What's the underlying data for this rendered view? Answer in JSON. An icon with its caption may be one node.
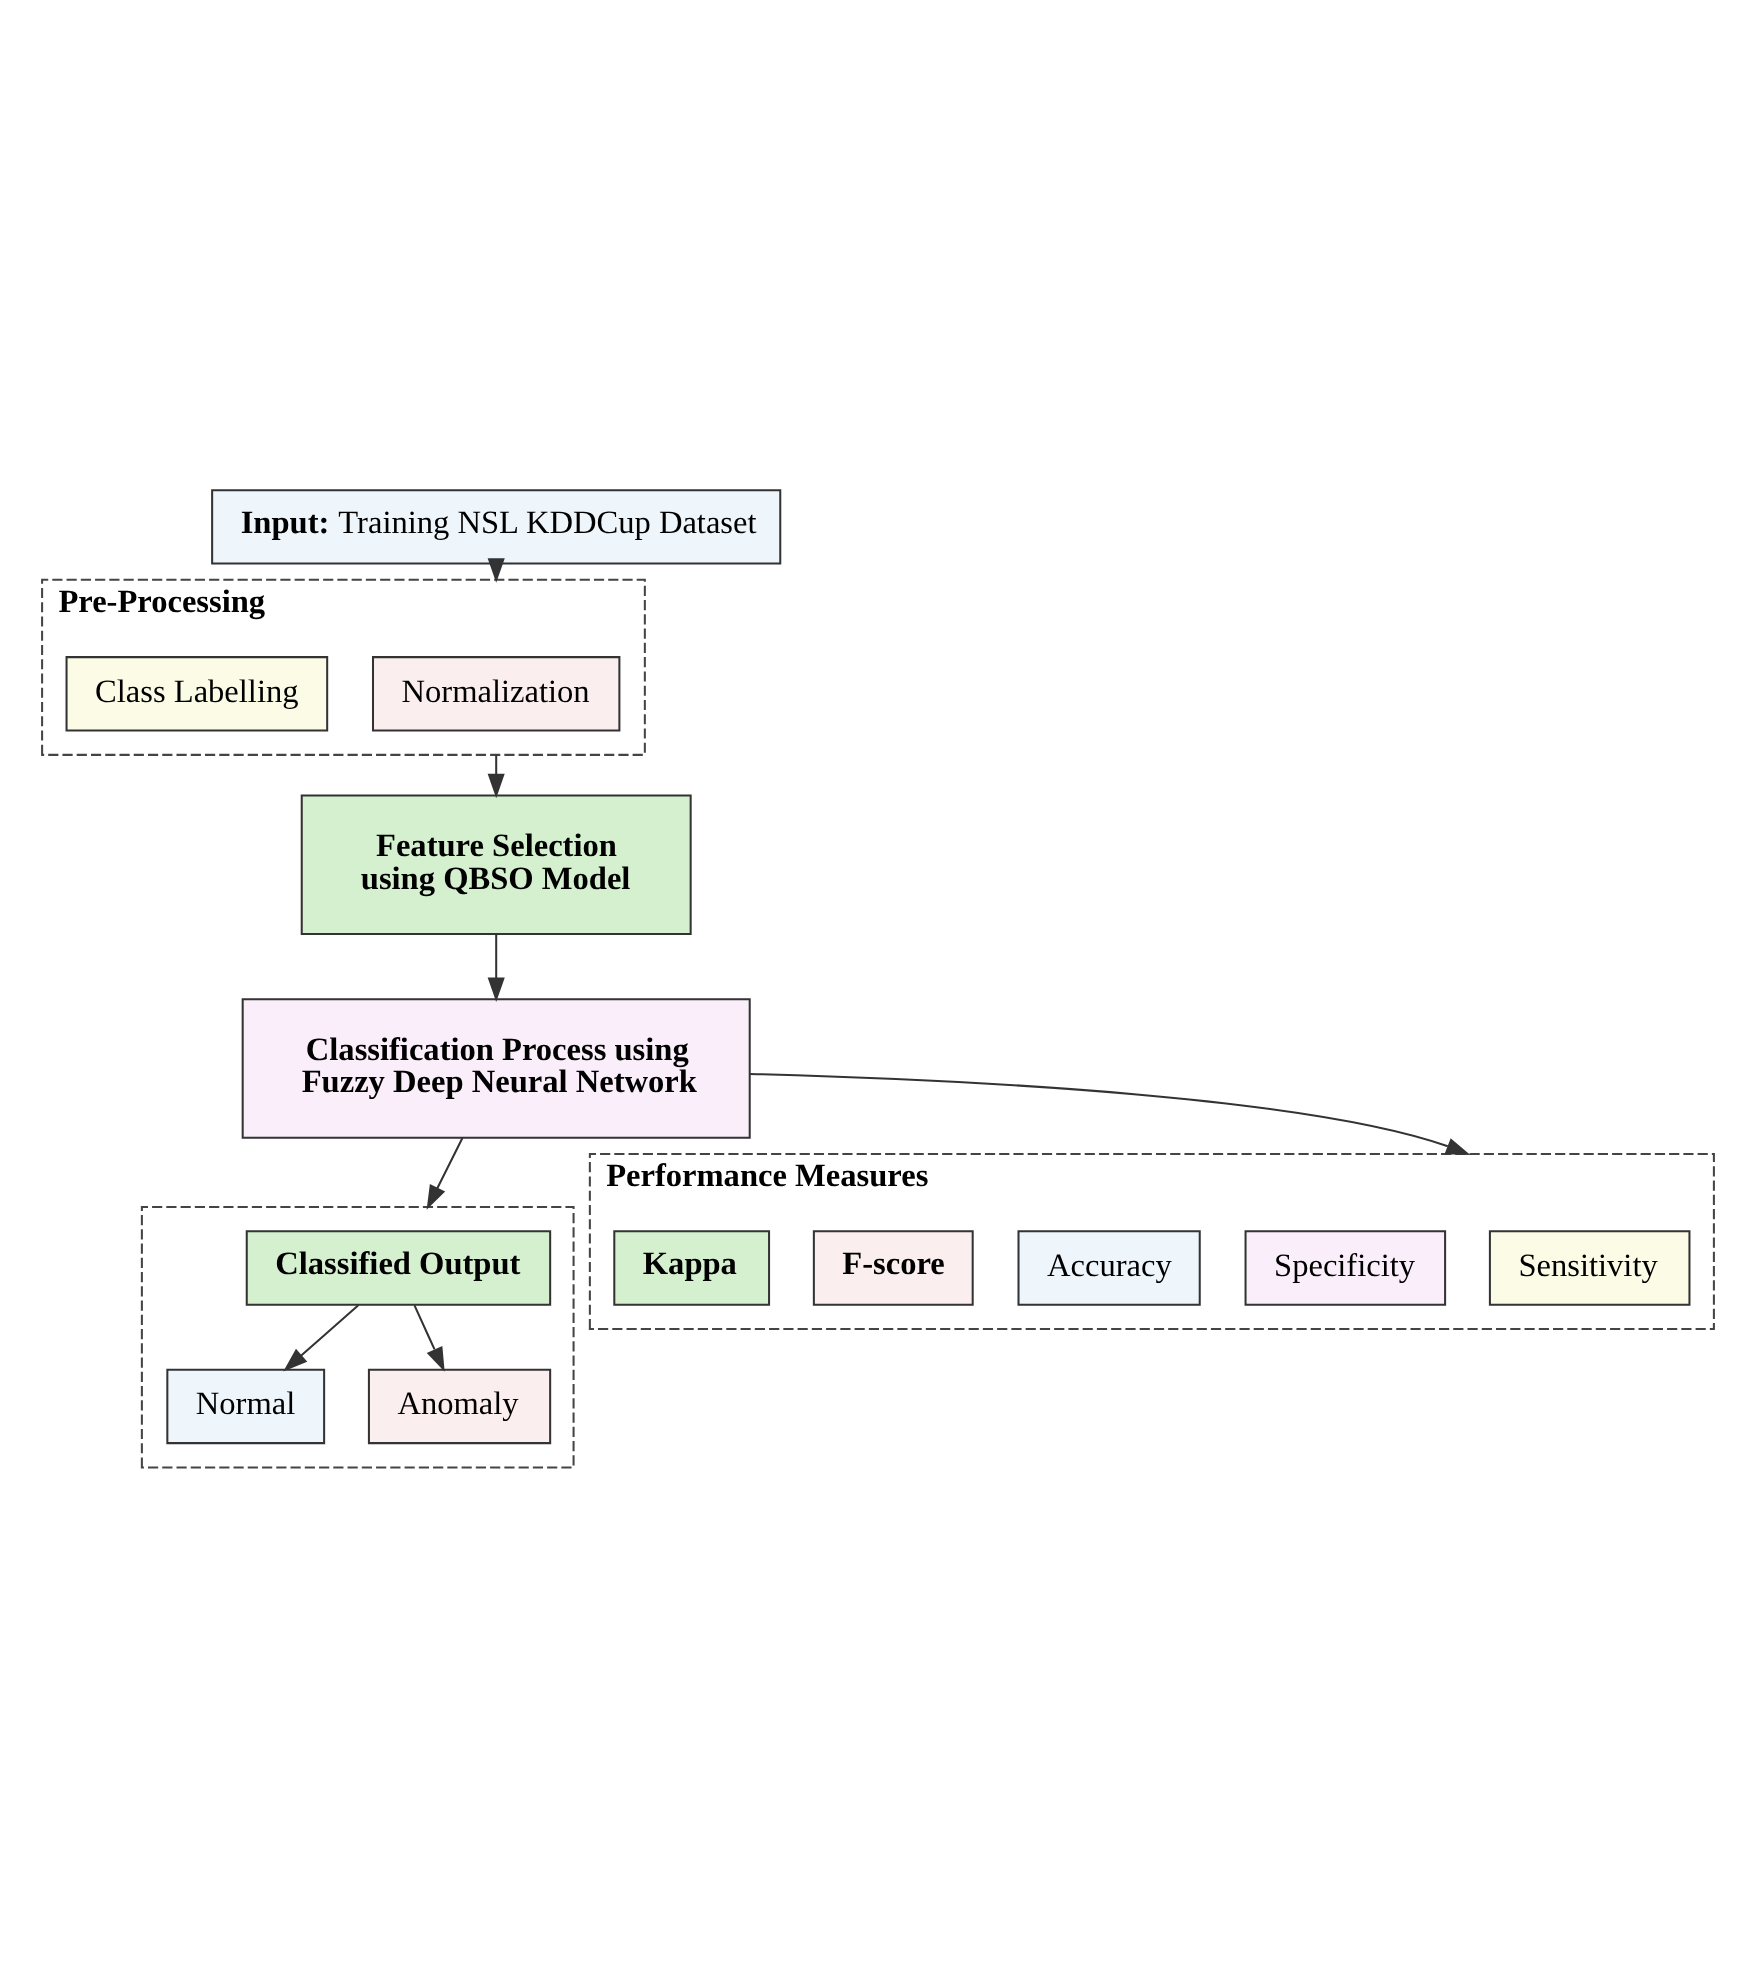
{
  "diagram": {
    "nodes": [
      {
        "text": [
          "**Input:** Training NSL KDDCup Dataset"
        ]
      },
      {
        "text": [
          "Pre-Processing"
        ]
      },
      {
        "text": [
          "Normalization"
        ],
        "in": 1
      },
      {
        "text": [
          "Class Labelling"
        ],
        "in": 1
      },
      {
        "text": [
          "Feature Selection using QBSO Model"
        ]
      },
      {
        "text": [
          "Classification Process using Fuzzy Deep Neural Network"
        ]
      },
      {
        "text": [],
        "shape": "box"
      },
      {
        "text": [
          "Classified Output"
        ],
        "in": 6
      },
      {
        "text": [
          "Normal"
        ],
        "in": 6
      },
      {
        "text": [
          "Anomaly"
        ],
        "in": 6
      },
      {
        "text": [
          "Performance Measures"
        ]
      },
      {
        "text": [
          "Sensitivity"
        ],
        "in": 10
      },
      {
        "text": [
          "Specificity"
        ],
        "in": 10
      },
      {
        "text": [
          "Accuracy"
        ],
        "in": 10
      },
      {
        "text": [
          "F-score"
        ],
        "in": 10
      },
      {
        "text": [
          "Kappa"
        ],
        "in": 10
      }
    ],
    "edges": [
      {
        "from": 0,
        "to": 1,
        "arrow": "to"
      },
      {
        "from": 1,
        "to": 4,
        "arrow": "to"
      },
      {
        "from": 4,
        "to": 5,
        "arrow": "to"
      },
      {
        "from": 5,
        "to": 6,
        "arrow": "to"
      },
      {
        "from": 5,
        "to": 10,
        "arrow": "to"
      },
      {
        "from": 7,
        "to": 8,
        "arrow": "to"
      },
      {
        "from": 7,
        "to": 9,
        "arrow": "to"
      }
    ]
  }
}
